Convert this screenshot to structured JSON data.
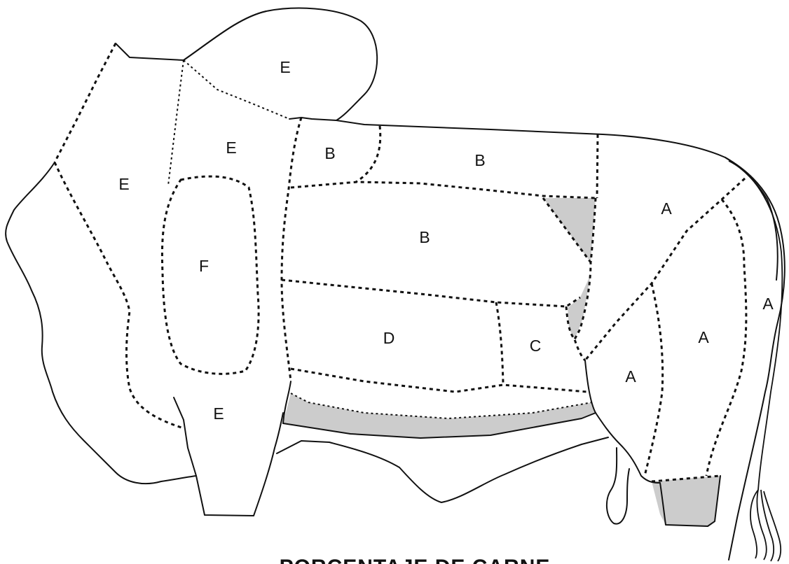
{
  "diagram": {
    "caption": "PORCENTAJE DE CARNE",
    "regions": [
      {
        "id": "e-hump",
        "label": "E"
      },
      {
        "id": "e-neck",
        "label": "E"
      },
      {
        "id": "e-head",
        "label": "E"
      },
      {
        "id": "f-chuck",
        "label": "F"
      },
      {
        "id": "e-foreleg",
        "label": "E"
      },
      {
        "id": "b-rib-upper",
        "label": "B"
      },
      {
        "id": "b-loin",
        "label": "B"
      },
      {
        "id": "b-rib-mid",
        "label": "B"
      },
      {
        "id": "d-plate",
        "label": "D"
      },
      {
        "id": "c-flank",
        "label": "C"
      },
      {
        "id": "a-rump",
        "label": "A"
      },
      {
        "id": "a-thigh-inner",
        "label": "A"
      },
      {
        "id": "a-thigh-outer",
        "label": "A"
      },
      {
        "id": "a-round-back",
        "label": "A"
      }
    ],
    "colors": {
      "outline": "#111111",
      "shaded_area": "#cccccc",
      "background": "#ffffff"
    }
  }
}
